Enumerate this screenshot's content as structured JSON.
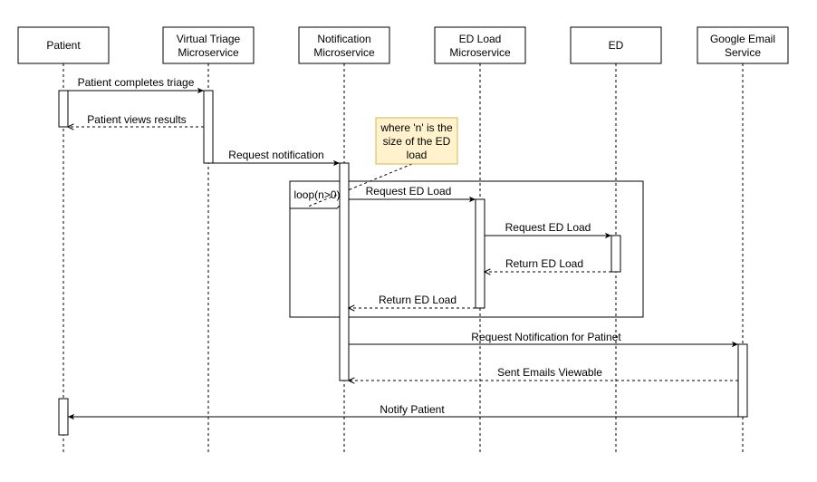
{
  "participants": [
    {
      "id": "patient",
      "lines": [
        "Patient"
      ]
    },
    {
      "id": "triage",
      "lines": [
        "Virtual Triage",
        "Microservice"
      ]
    },
    {
      "id": "notification",
      "lines": [
        "Notification",
        "Microservice"
      ]
    },
    {
      "id": "edload",
      "lines": [
        "ED Load",
        "Microservice"
      ]
    },
    {
      "id": "ed",
      "lines": [
        "ED"
      ]
    },
    {
      "id": "email",
      "lines": [
        "Google Email",
        "Service"
      ]
    }
  ],
  "messages": [
    {
      "id": "m1",
      "label": "Patient completes triage",
      "from": "patient",
      "to": "triage",
      "style": "solid"
    },
    {
      "id": "m2",
      "label": "Patient views results",
      "from": "triage",
      "to": "patient",
      "style": "dashed"
    },
    {
      "id": "m3",
      "label": "Request notification",
      "from": "triage",
      "to": "notification",
      "style": "solid"
    },
    {
      "id": "m4",
      "label": "Request ED Load",
      "from": "notification",
      "to": "edload",
      "style": "solid"
    },
    {
      "id": "m5",
      "label": "Request ED Load",
      "from": "edload",
      "to": "ed",
      "style": "solid"
    },
    {
      "id": "m6",
      "label": "Return ED Load",
      "from": "ed",
      "to": "edload",
      "style": "dashed"
    },
    {
      "id": "m7",
      "label": "Return ED Load",
      "from": "edload",
      "to": "notification",
      "style": "dashed"
    },
    {
      "id": "m8",
      "label": "Request Notification for Patinet",
      "from": "notification",
      "to": "email",
      "style": "solid"
    },
    {
      "id": "m9",
      "label": "Sent Emails Viewable",
      "from": "email",
      "to": "notification",
      "style": "dashed"
    },
    {
      "id": "m10",
      "label": "Notify Patient",
      "from": "email",
      "to": "patient",
      "style": "solid"
    }
  ],
  "loop": {
    "label": "loop(n>0)"
  },
  "note": {
    "lines": [
      "where 'n' is the",
      "size of the ED",
      "load"
    ],
    "fill": "#fff2cc",
    "stroke": "#d6b656"
  },
  "colors": {
    "line": "#000000",
    "background": "#ffffff"
  }
}
